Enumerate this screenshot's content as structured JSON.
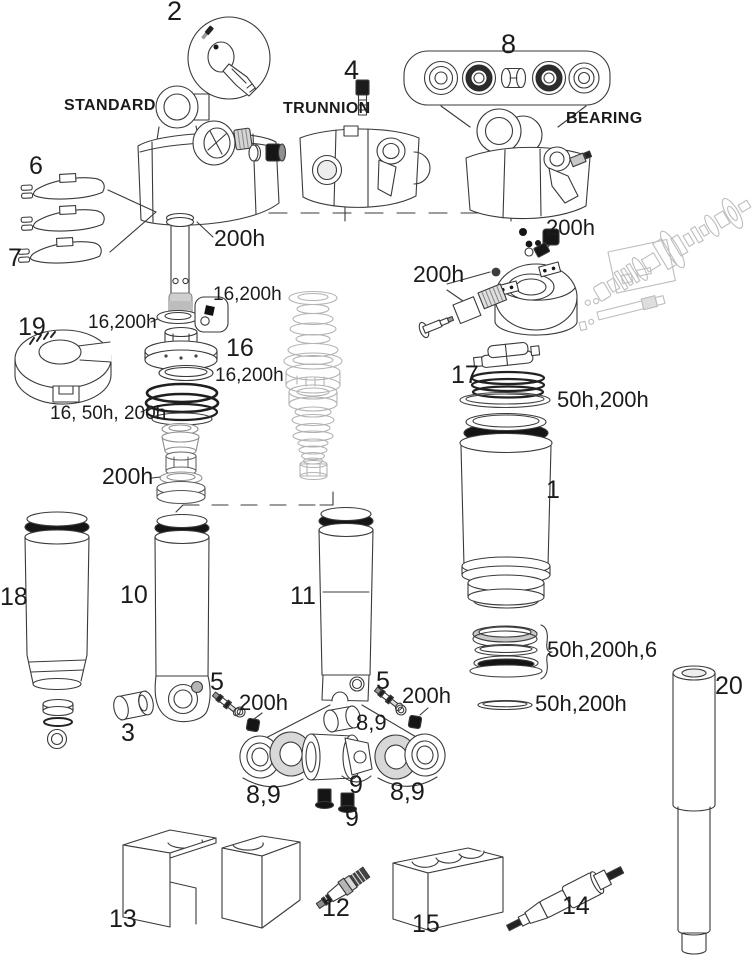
{
  "meta": {
    "figure_type": "exploded-parts-diagram",
    "subject": "rear shock service parts diagram",
    "colors": {
      "line": "#3a3a3a",
      "black_fill": "#161616",
      "gray_fill": "#d6d6d6",
      "faded_line": "#bdbdbd",
      "background": "#ffffff",
      "text": "#1b1b1b"
    }
  },
  "labels": {
    "part_2": "2",
    "part_4": "4",
    "part_8": "8",
    "config_standard": "STANDARD",
    "config_trunnion": "TRUNNION",
    "config_bearing": "BEARING",
    "part_6": "6",
    "part_7": "7",
    "svc_shaft_ring": "200h",
    "svc_washer": "16,200h",
    "svc_pellet": "16,200h",
    "part_16": "16",
    "svc_piston_oring": "16,200h",
    "part_19": "19",
    "svc_seal_stack": "16, 50h, 200h",
    "svc_gray_stack": "200h",
    "svc_airvalve": "200h",
    "svc_sealhead_screws": "200h",
    "part_17": "17",
    "svc_can_oring": "50h,200h",
    "part_1": "1",
    "part_18": "18",
    "part_10": "10",
    "part_11": "11",
    "part_3": "3",
    "part_5_left": "5",
    "svc_valve_left": "200h",
    "part_5_right": "5",
    "svc_valve_right": "200h",
    "mount_sleeve": "8,9",
    "mount_left_pair": "8,9",
    "mount_center": "9",
    "mount_right_pair": "8,9",
    "mount_bolts": "9",
    "part_13": "13",
    "part_12": "12",
    "part_15": "15",
    "part_14": "14",
    "part_20": "20",
    "svc_can_seals": "50h,200h,6",
    "svc_bottom_oring": "50h,200h"
  }
}
